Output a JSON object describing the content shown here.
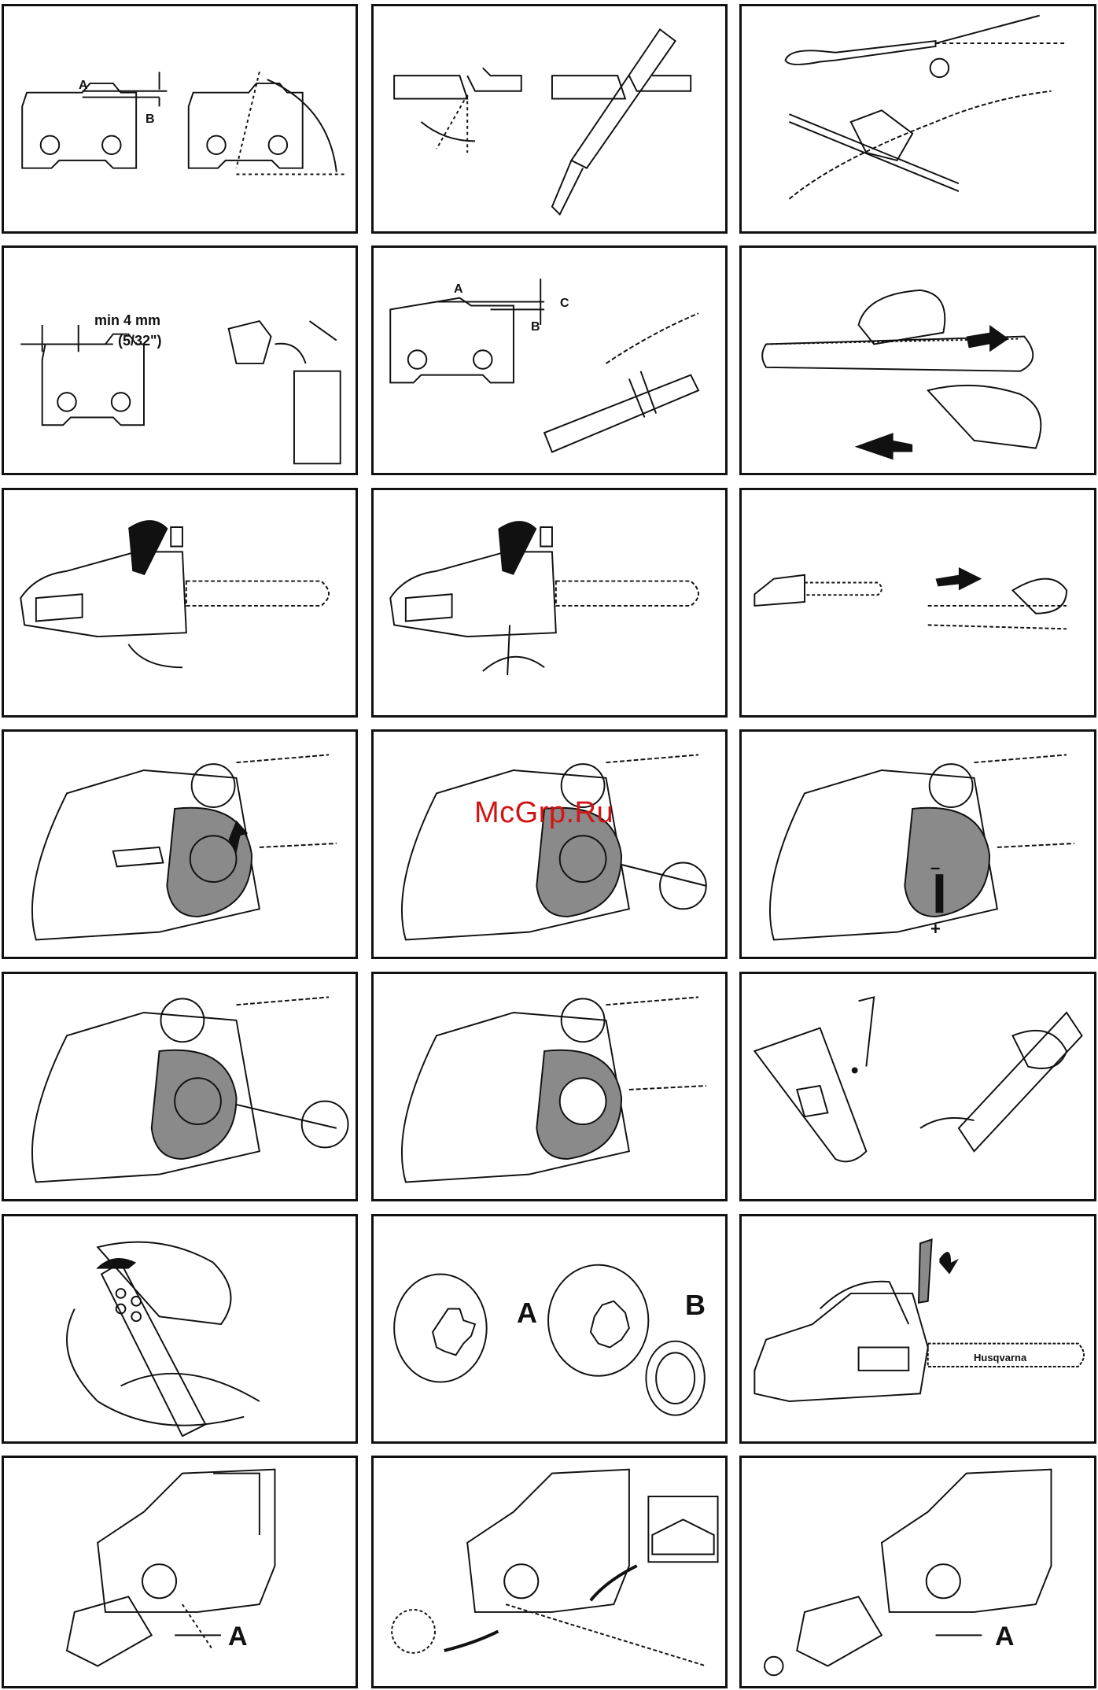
{
  "page": {
    "watermark": "McGrp.Ru"
  },
  "panels": {
    "p1": {
      "label_a": "A",
      "label_b": "B"
    },
    "p5": {
      "label_a": "A",
      "label_b": "B",
      "label_c": "C"
    },
    "p4": {
      "dim_mm": "min 4 mm",
      "dim_in": "(5/32\")"
    },
    "p17": {
      "label_a": "A",
      "label_b": "B"
    },
    "p18": {
      "brand": "Husqvarna"
    },
    "p19": {
      "label_a": "A"
    },
    "p21": {
      "label_a": "A"
    },
    "p15": {
      "minus": "–",
      "plus": "+"
    }
  },
  "colors": {
    "line": "#111111",
    "shade": "#8a8a8a",
    "watermark": "#d41414"
  },
  "icons": [
    "cutter-tooth-icon",
    "file-icon",
    "file-guide-icon",
    "chainsaw-icon",
    "hand-icon",
    "sprocket-icon",
    "tensioner-knob-icon",
    "screwdriver-icon"
  ]
}
